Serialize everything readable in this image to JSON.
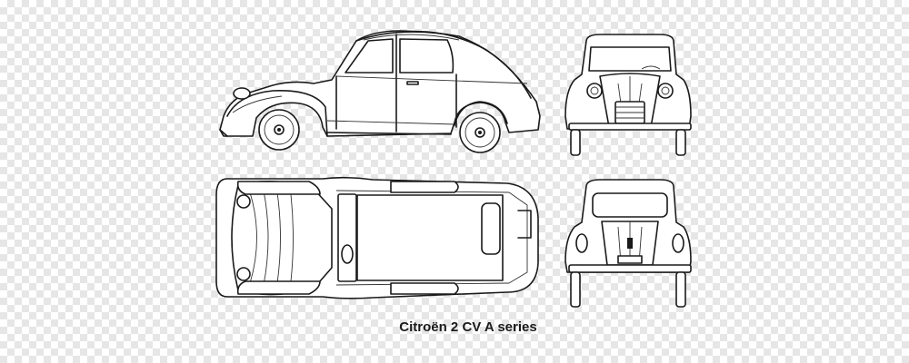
{
  "caption": "Citroën 2 CV A series",
  "views": [
    "side-view",
    "front-view",
    "top-view",
    "rear-view"
  ],
  "colors": {
    "line": "#1a1a1a",
    "fill": "#ffffff",
    "checker": "#e6e6e6"
  }
}
